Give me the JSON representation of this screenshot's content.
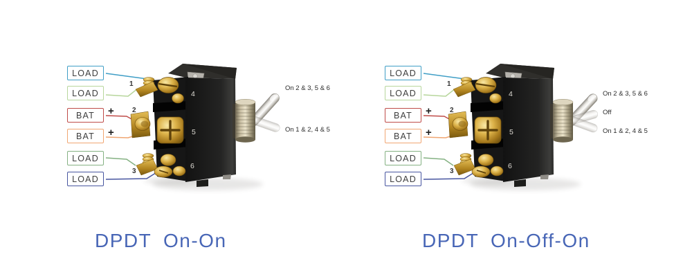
{
  "colors": {
    "title": "#4866b6",
    "label_text": "#3d3d3d",
    "annotation_text": "#2a2a2a",
    "wires": [
      "#3f9ec6",
      "#b7d69c",
      "#bf4b48",
      "#f0a672",
      "#84b182",
      "#46549f"
    ]
  },
  "diagrams": [
    {
      "title": "DPDT On-On",
      "labels": [
        {
          "text": "LOAD"
        },
        {
          "text": "LOAD"
        },
        {
          "text": "BAT",
          "suffix": "+"
        },
        {
          "text": "BAT",
          "suffix": "+"
        },
        {
          "text": "LOAD"
        },
        {
          "text": "LOAD"
        }
      ],
      "terminals_left": [
        "1",
        "2",
        "3"
      ],
      "terminals_right": [
        "4",
        "5",
        "6"
      ],
      "positions": [
        {
          "label": "On 2 & 3, 5 & 6"
        },
        {
          "label": "On 1 & 2, 4 & 5"
        }
      ]
    },
    {
      "title": "DPDT On-Off-On",
      "labels": [
        {
          "text": "LOAD"
        },
        {
          "text": "LOAD"
        },
        {
          "text": "BAT",
          "suffix": "+"
        },
        {
          "text": "BAT",
          "suffix": "+"
        },
        {
          "text": "LOAD"
        },
        {
          "text": "LOAD"
        }
      ],
      "terminals_left": [
        "1",
        "2",
        "3"
      ],
      "terminals_right": [
        "4",
        "5",
        "6"
      ],
      "positions": [
        {
          "label": "On 2 & 3, 5 & 6"
        },
        {
          "label": "Off"
        },
        {
          "label": "On 1 & 2, 4 & 5"
        }
      ]
    }
  ]
}
